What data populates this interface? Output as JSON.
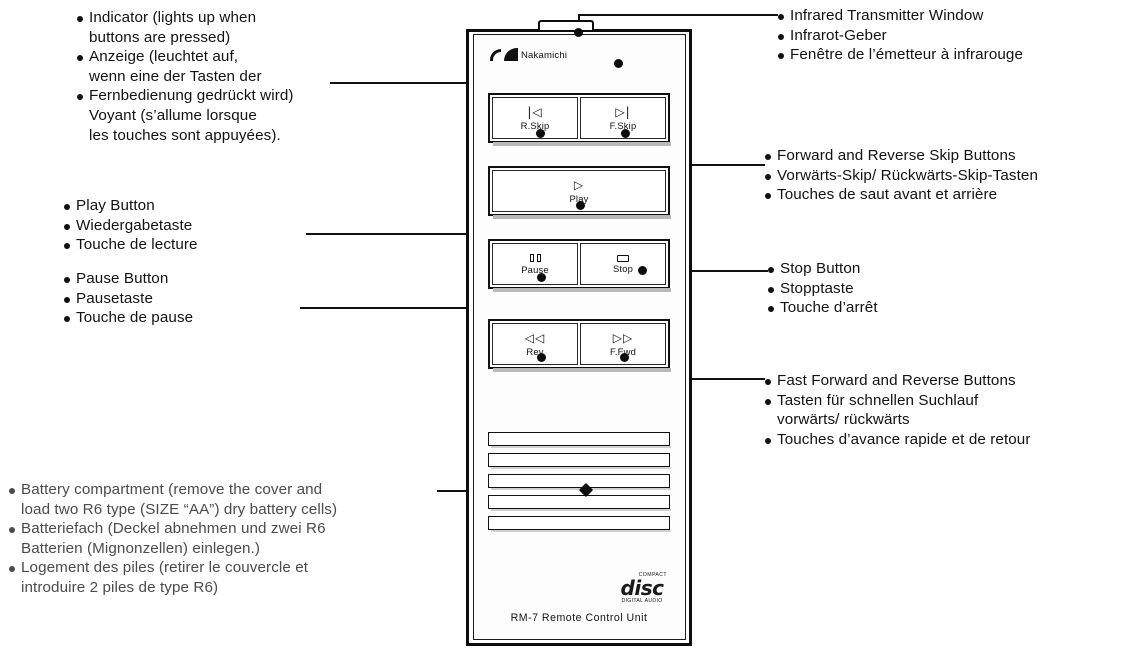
{
  "device": {
    "brand": "Nakamichi",
    "model_caption": "RM-7 Remote Control Unit",
    "cd_logo": {
      "top": "COMPACT",
      "middle": "disc",
      "bottom": "DIGITAL AUDIO"
    },
    "buttons": {
      "r_skip": {
        "label": "R.Skip",
        "glyph": "|◁"
      },
      "f_skip": {
        "label": "F.Skip",
        "glyph": "▷|"
      },
      "play": {
        "label": "Play",
        "glyph": "▷"
      },
      "pause": {
        "label": "Pause",
        "glyph": "❚❚"
      },
      "stop": {
        "label": "Stop",
        "glyph": "▭"
      },
      "rev": {
        "label": "Rev",
        "glyph": "◁◁"
      },
      "ffwd": {
        "label": "F.Fwd",
        "glyph": "▷▷"
      }
    }
  },
  "callouts": {
    "indicator": {
      "lines": [
        {
          "bullet": true,
          "text": "Indicator (lights up when"
        },
        {
          "bullet": false,
          "text": "buttons are pressed)"
        },
        {
          "bullet": true,
          "text": "Anzeige (leuchtet auf,"
        },
        {
          "bullet": false,
          "text": "wenn eine der Tasten der"
        },
        {
          "bullet": true,
          "text": "Fernbedienung gedrückt wird)"
        },
        {
          "bullet": false,
          "text": "Voyant (s’allume lorsque"
        },
        {
          "bullet": false,
          "text": "les touches sont appuyées)."
        }
      ]
    },
    "infrared": {
      "lines": [
        {
          "bullet": true,
          "text": "Infrared Transmitter Window"
        },
        {
          "bullet": true,
          "text": "Infrarot-Geber"
        },
        {
          "bullet": true,
          "text": "Fenêtre de l’émetteur à  infrarouge"
        }
      ]
    },
    "skip": {
      "lines": [
        {
          "bullet": true,
          "text": "Forward and Reverse Skip Buttons"
        },
        {
          "bullet": true,
          "text": "Vorwärts-Skip/ Rückwärts-Skip-Tasten"
        },
        {
          "bullet": true,
          "text": "Touches de saut avant et arrière"
        }
      ]
    },
    "play": {
      "lines": [
        {
          "bullet": true,
          "text": "Play Button"
        },
        {
          "bullet": true,
          "text": "Wiedergabetaste"
        },
        {
          "bullet": true,
          "text": "Touche de lecture"
        }
      ]
    },
    "pause": {
      "lines": [
        {
          "bullet": true,
          "text": "Pause Button"
        },
        {
          "bullet": true,
          "text": "Pausetaste"
        },
        {
          "bullet": true,
          "text": "Touche de pause"
        }
      ]
    },
    "stop": {
      "lines": [
        {
          "bullet": true,
          "text": "Stop Button"
        },
        {
          "bullet": true,
          "text": "Stopptaste"
        },
        {
          "bullet": true,
          "text": "Touche d’arrêt"
        }
      ]
    },
    "fast": {
      "lines": [
        {
          "bullet": true,
          "text": "Fast Forward and Reverse Buttons"
        },
        {
          "bullet": true,
          "text": "Tasten für schnellen Suchlauf"
        },
        {
          "bullet": false,
          "text": "vorwärts/ rückwärts"
        },
        {
          "bullet": true,
          "text": "Touches d’avance rapide et de retour"
        }
      ]
    },
    "battery": {
      "lines": [
        {
          "bullet": true,
          "text": "Battery compartment (remove the cover and"
        },
        {
          "bullet": false,
          "text": "load two R6 type (SIZE “AA”) dry battery cells)"
        },
        {
          "bullet": true,
          "text": "Batteriefach (Deckel abnehmen und zwei R6"
        },
        {
          "bullet": false,
          "text": "Batterien (Mignonzellen) einlegen.)"
        },
        {
          "bullet": true,
          "text": "Logement des piles (retirer le couvercle et"
        },
        {
          "bullet": false,
          "text": "introduire 2 piles de type R6)"
        }
      ]
    }
  }
}
